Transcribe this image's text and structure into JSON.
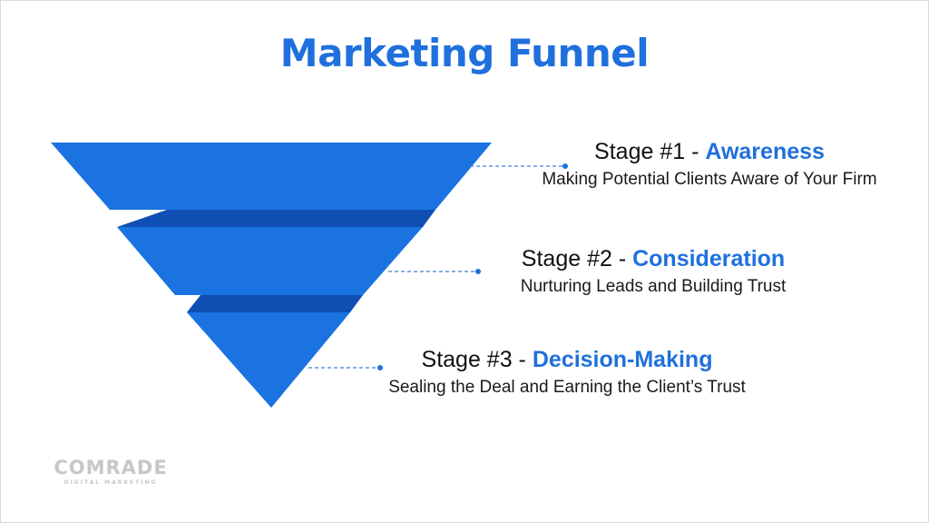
{
  "title": "Marketing Funnel",
  "colors": {
    "title": "#1f70dd",
    "funnel_face": "#1a73e0",
    "funnel_shadow": "#0f4fb3",
    "connector": "#3f7fd6"
  },
  "stages": [
    {
      "prefix": "Stage #1 - ",
      "name": "Awareness",
      "description": "Making Potential Clients Aware of Your Firm"
    },
    {
      "prefix": "Stage #2 - ",
      "name": "Consideration",
      "description": "Nurturing Leads and Building Trust"
    },
    {
      "prefix": "Stage #3 - ",
      "name": "Decision-Making",
      "description": "Sealing the Deal and Earning the Client’s Trust"
    }
  ],
  "logo": {
    "name": "COMRADE",
    "tagline": "DIGITAL MARKETING"
  }
}
